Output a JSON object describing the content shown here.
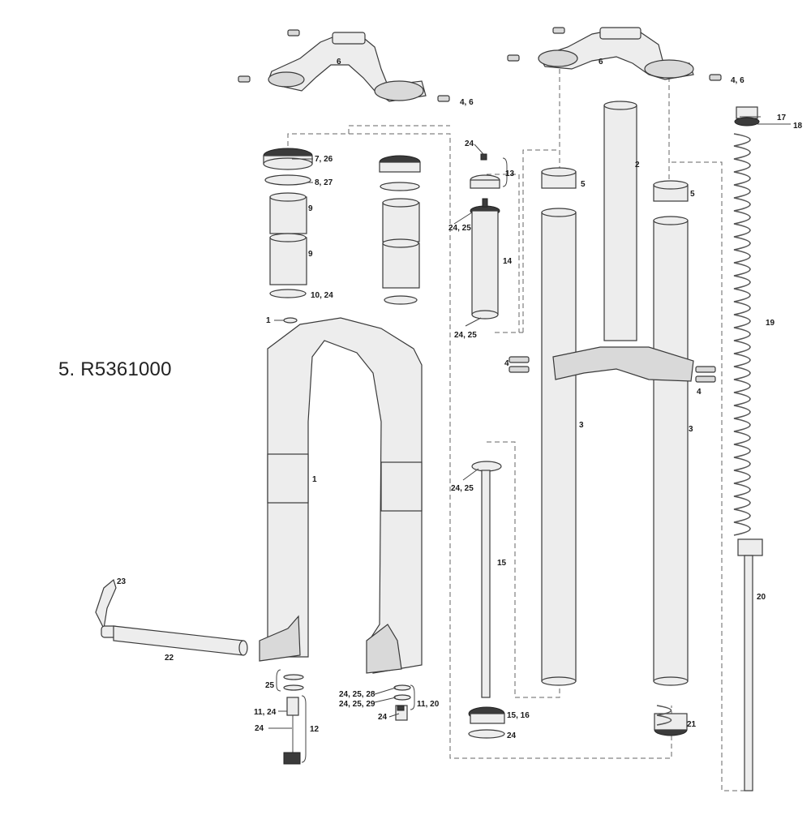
{
  "title": "5. R5361000",
  "labels": {
    "crown_left": "6",
    "bolt_left": "4, 6",
    "crown_right": "6",
    "bolt_right": "4, 6",
    "seal_a": "7, 26",
    "seal_b": "8, 27",
    "bushing_a": "9",
    "bushing_b": "9",
    "ring": "10, 24",
    "plug": "1",
    "screw_top": "24",
    "cap13": "13",
    "cart_top": "24, 25",
    "cart14": "14",
    "cart_bot": "24, 25",
    "tube2": "2",
    "foam_l": "5",
    "foam_r": "5",
    "bolt4_l": "4",
    "bolt4_r": "4",
    "stanchion_l": "3",
    "stanchion_r": "3",
    "lower1": "1",
    "top17": "17",
    "top18": "18",
    "spring19": "19",
    "rod20": "20",
    "damper_top": "24, 25",
    "damper15": "15",
    "axle23": "23",
    "axle22": "22",
    "o25": "25",
    "b1120": "11, 24",
    "b24": "24",
    "b12": "12",
    "r28": "24, 25, 28",
    "r29": "24, 25, 29",
    "r1120": "11, 20",
    "r24": "24",
    "base1516": "15, 16",
    "base24": "24",
    "base21": "21"
  }
}
